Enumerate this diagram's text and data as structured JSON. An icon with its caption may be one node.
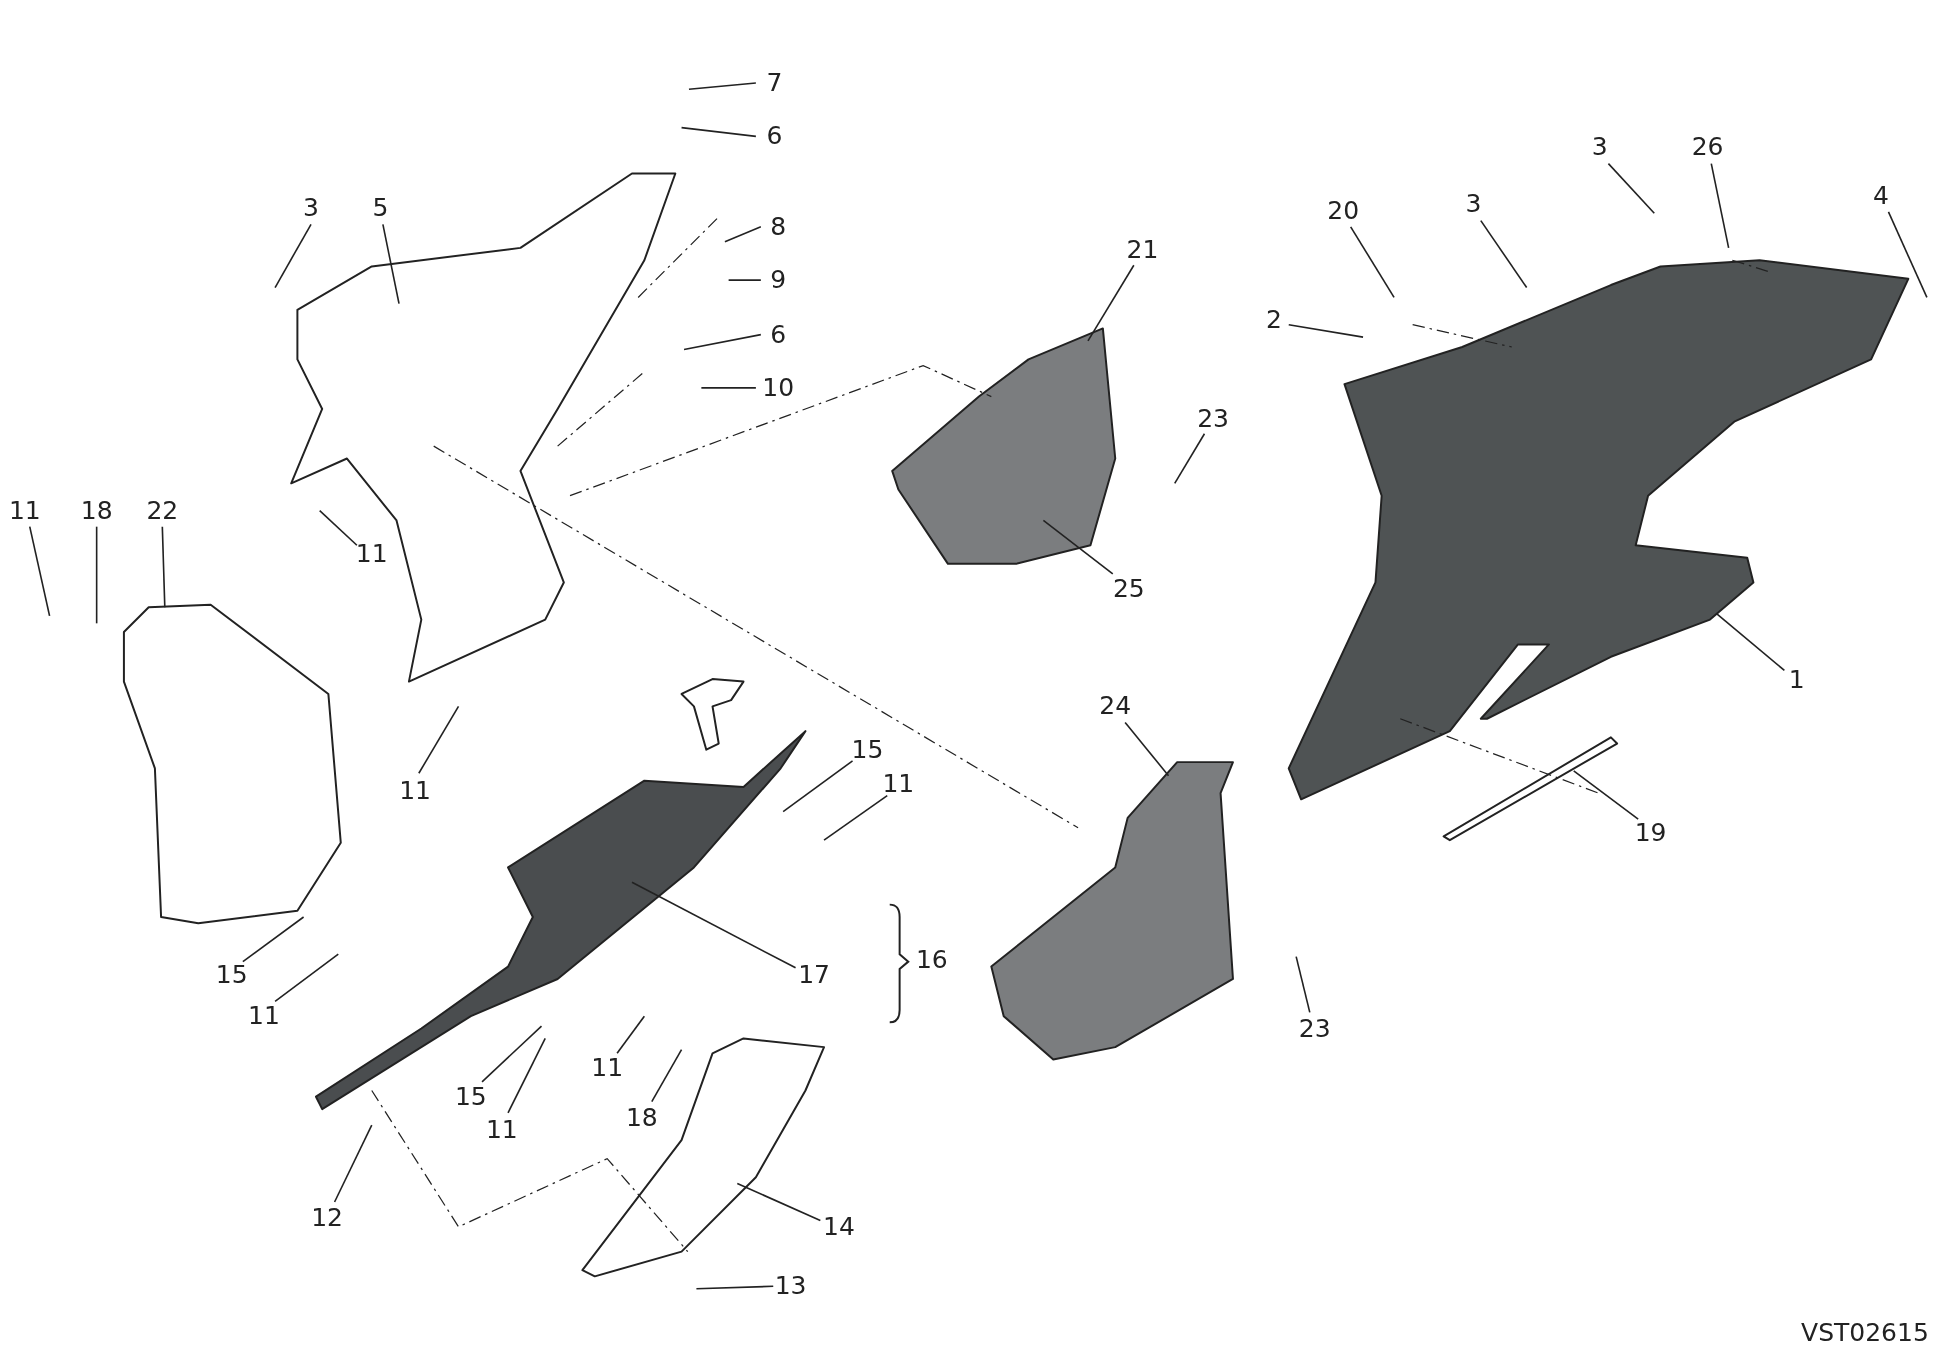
{
  "diagram": {
    "nodes": [
      {
        "text": [
          "7"
        ]
      },
      {
        "text": [
          "6"
        ]
      },
      {
        "text": [
          "8"
        ]
      },
      {
        "text": [
          "9"
        ]
      },
      {
        "text": [
          "6"
        ]
      },
      {
        "text": [
          "10"
        ]
      },
      {
        "text": [
          "3"
        ]
      },
      {
        "text": [
          "5"
        ]
      },
      {
        "text": [
          "11"
        ]
      },
      {
        "text": [
          "18"
        ]
      },
      {
        "text": [
          "22"
        ]
      },
      {
        "text": [
          "11"
        ]
      },
      {
        "text": [
          "11"
        ]
      },
      {
        "text": [
          "15"
        ]
      },
      {
        "text": [
          "11"
        ]
      },
      {
        "text": [
          "17"
        ]
      },
      {
        "text": [
          "15"
        ]
      },
      {
        "text": [
          "11"
        ]
      },
      {
        "text": [
          "15"
        ]
      },
      {
        "text": [
          "11"
        ]
      },
      {
        "text": [
          "11"
        ]
      },
      {
        "text": [
          "18"
        ]
      },
      {
        "text": [
          "12"
        ]
      },
      {
        "text": [
          "14"
        ]
      },
      {
        "text": [
          "13"
        ]
      },
      {
        "text": [
          "21"
        ]
      },
      {
        "text": [
          "23"
        ]
      },
      {
        "text": [
          "25"
        ]
      },
      {
        "text": [
          "24"
        ]
      },
      {
        "text": [
          "23"
        ]
      },
      {
        "text": [
          "20"
        ]
      },
      {
        "text": [
          "2"
        ]
      },
      {
        "text": [
          "3"
        ]
      },
      {
        "text": [
          "3"
        ]
      },
      {
        "text": [
          "26"
        ]
      },
      {
        "text": [
          "4"
        ]
      },
      {
        "text": [
          "1"
        ]
      },
      {
        "text": [
          "19"
        ]
      }
    ],
    "edges": [
      {
        "from": 0,
        "to": null,
        "arrow": "none"
      },
      {
        "from": 1,
        "to": null,
        "arrow": "none"
      },
      {
        "from": 2,
        "to": null,
        "arrow": "none"
      },
      {
        "from": 3,
        "to": null,
        "arrow": "none"
      },
      {
        "from": 4,
        "to": null,
        "arrow": "none"
      },
      {
        "from": 5,
        "to": null,
        "arrow": "none"
      },
      {
        "from": 6,
        "to": null,
        "arrow": "none"
      },
      {
        "from": 7,
        "to": null,
        "arrow": "none"
      },
      {
        "from": 8,
        "to": null,
        "arrow": "none"
      },
      {
        "from": 9,
        "to": null,
        "arrow": "none"
      },
      {
        "from": 10,
        "to": null,
        "arrow": "none"
      },
      {
        "from": 11,
        "to": null,
        "arrow": "none"
      },
      {
        "from": 12,
        "to": null,
        "arrow": "none"
      },
      {
        "from": 13,
        "to": null,
        "arrow": "none"
      },
      {
        "from": 14,
        "to": null,
        "arrow": "none"
      },
      {
        "from": 15,
        "to": null,
        "arrow": "none"
      },
      {
        "from": 16,
        "to": null,
        "arrow": "none"
      },
      {
        "from": 17,
        "to": null,
        "arrow": "none"
      },
      {
        "from": 18,
        "to": null,
        "arrow": "none"
      },
      {
        "from": 19,
        "to": null,
        "arrow": "none"
      },
      {
        "from": 20,
        "to": null,
        "arrow": "none"
      },
      {
        "from": 21,
        "to": null,
        "arrow": "none"
      },
      {
        "from": 22,
        "to": null,
        "arrow": "none"
      },
      {
        "from": 23,
        "to": null,
        "arrow": "none"
      },
      {
        "from": 24,
        "to": null,
        "arrow": "none"
      },
      {
        "from": 25,
        "to": null,
        "arrow": "none"
      },
      {
        "from": 26,
        "to": null,
        "arrow": "none"
      },
      {
        "from": 27,
        "to": null,
        "arrow": "none"
      },
      {
        "from": 28,
        "to": null,
        "arrow": "none"
      },
      {
        "from": 29,
        "to": null,
        "arrow": "none"
      },
      {
        "from": 30,
        "to": null,
        "arrow": "none"
      },
      {
        "from": 31,
        "to": null,
        "arrow": "none"
      },
      {
        "from": 32,
        "to": null,
        "arrow": "none"
      },
      {
        "from": 33,
        "to": null,
        "arrow": "none"
      },
      {
        "from": 34,
        "to": null,
        "arrow": "none"
      },
      {
        "from": 35,
        "to": null,
        "arrow": "none"
      },
      {
        "from": 36,
        "to": null,
        "arrow": "none"
      },
      {
        "from": 37,
        "to": null,
        "arrow": "none"
      }
    ],
    "labels": [
      "16",
      "VST02615"
    ]
  }
}
